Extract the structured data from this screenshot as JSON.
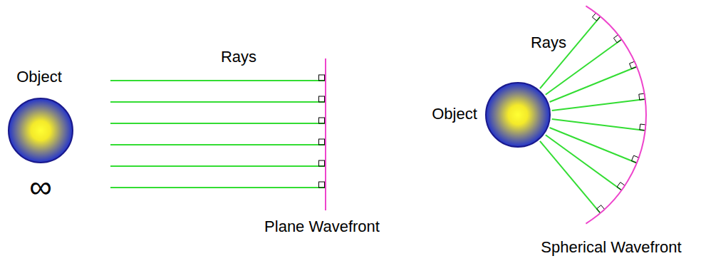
{
  "diagram": {
    "labels": [
      "Object",
      "∞",
      "Rays",
      "Plane Wavefront",
      "Object",
      "Rays",
      "Spherical Wavefront"
    ]
  }
}
